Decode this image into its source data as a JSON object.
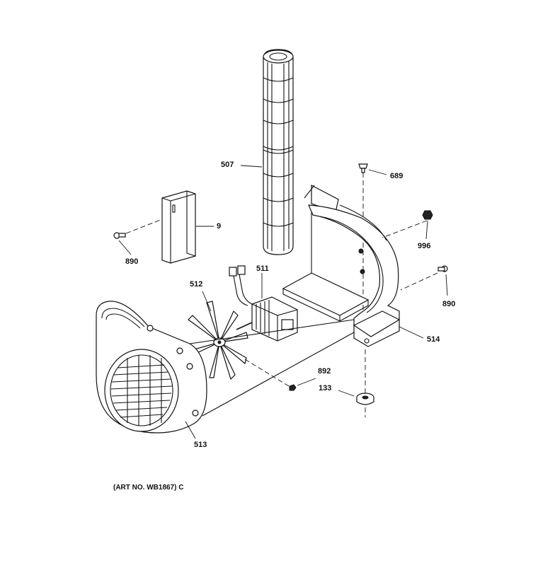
{
  "diagram": {
    "parts": [
      {
        "id": "p507",
        "label": "507",
        "icon": "blower-wheel-icon"
      },
      {
        "id": "p689",
        "label": "689",
        "icon": "screw-icon"
      },
      {
        "id": "p9",
        "label": "9",
        "icon": "bracket-plate-icon"
      },
      {
        "id": "p890a",
        "label": "890",
        "icon": "screw-icon"
      },
      {
        "id": "p996",
        "label": "996",
        "icon": "nut-icon"
      },
      {
        "id": "p890b",
        "label": "890",
        "icon": "screw-icon"
      },
      {
        "id": "p512",
        "label": "512",
        "icon": "fan-blade-icon"
      },
      {
        "id": "p511",
        "label": "511",
        "icon": "motor-icon"
      },
      {
        "id": "p514",
        "label": "514",
        "icon": "motor-bracket-icon"
      },
      {
        "id": "p892",
        "label": "892",
        "icon": "nut-icon"
      },
      {
        "id": "p133",
        "label": "133",
        "icon": "grommet-icon"
      },
      {
        "id": "p513",
        "label": "513",
        "icon": "blower-housing-icon"
      }
    ],
    "art_number": "(ART NO. WB1867) C"
  }
}
